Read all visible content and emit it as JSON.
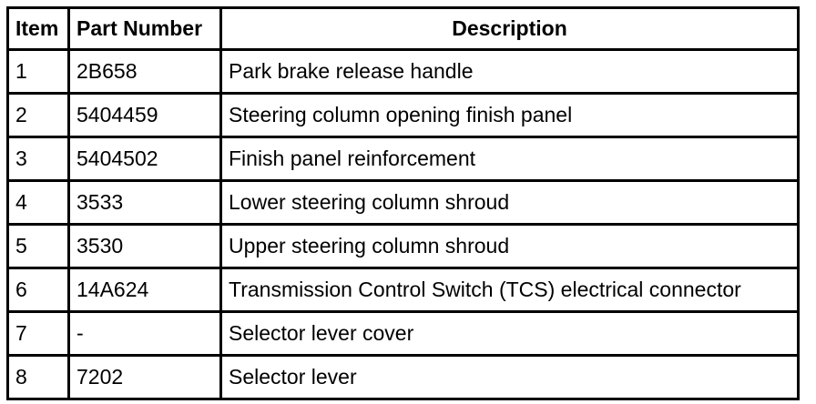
{
  "table": {
    "headers": {
      "item": "Item",
      "part_number": "Part Number",
      "description": "Description"
    },
    "rows": [
      {
        "item": "1",
        "part_number": "2B658",
        "description": "Park brake release handle"
      },
      {
        "item": "2",
        "part_number": "5404459",
        "description": "Steering column opening finish panel"
      },
      {
        "item": "3",
        "part_number": "5404502",
        "description": "Finish panel reinforcement"
      },
      {
        "item": "4",
        "part_number": "3533",
        "description": "Lower steering column shroud"
      },
      {
        "item": "5",
        "part_number": "3530",
        "description": "Upper steering column shroud"
      },
      {
        "item": "6",
        "part_number": "14A624",
        "description": "Transmission Control Switch (TCS) electrical connector"
      },
      {
        "item": "7",
        "part_number": "-",
        "description": "Selector lever cover"
      },
      {
        "item": "8",
        "part_number": "7202",
        "description": "Selector lever"
      }
    ]
  }
}
